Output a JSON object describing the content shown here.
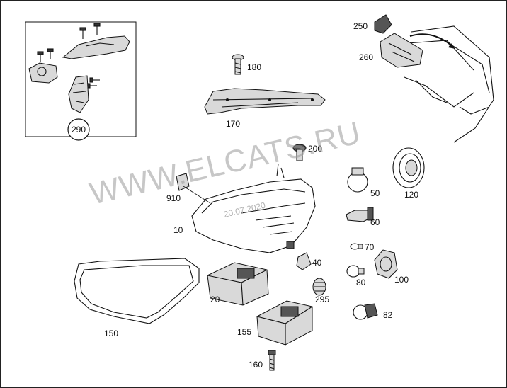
{
  "watermark": {
    "site": "WWW.ELCATS.RU",
    "date": "20.07.2020"
  },
  "callouts": {
    "p290": "290",
    "p250": "250",
    "p260": "260",
    "p180": "180",
    "p170": "170",
    "p200": "200",
    "p910": "910",
    "p10": "10",
    "p50": "50",
    "p120": "120",
    "p60": "60",
    "p70": "70",
    "p40": "40",
    "p100": "100",
    "p80": "80",
    "p20": "20",
    "p295": "295",
    "p82": "82",
    "p150": "150",
    "p155": "155",
    "p160": "160"
  }
}
